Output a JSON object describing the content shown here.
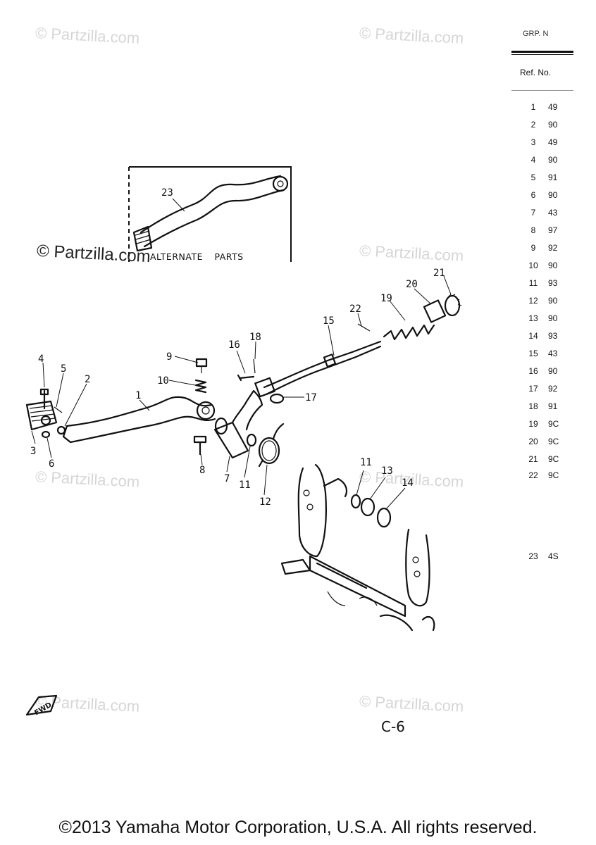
{
  "watermarks": [
    "© Partzilla.com",
    "© Partzilla.com",
    "© Partzilla.com",
    "© Partzilla.com",
    "© Partzilla.com",
    "© Partzilla.com",
    "© Partzilla.com",
    "© Partzilla.com"
  ],
  "alternate_parts_label": "ALTERNATE PARTS",
  "fwd_label": "FWD",
  "callouts": [
    "23",
    "21",
    "20",
    "19",
    "22",
    "15",
    "18",
    "16",
    "9",
    "10",
    "4",
    "5",
    "2",
    "1",
    "17",
    "3",
    "6",
    "8",
    "7",
    "11",
    "12",
    "11",
    "13",
    "14"
  ],
  "table": {
    "header_clipped": "GRP. N",
    "column_ref": "Ref. No.",
    "rows": [
      {
        "ref": "1",
        "part": "49"
      },
      {
        "ref": "2",
        "part": "90"
      },
      {
        "ref": "3",
        "part": "49"
      },
      {
        "ref": "4",
        "part": "90"
      },
      {
        "ref": "5",
        "part": "91"
      },
      {
        "ref": "6",
        "part": "90"
      },
      {
        "ref": "7",
        "part": "43"
      },
      {
        "ref": "8",
        "part": "97"
      },
      {
        "ref": "9",
        "part": "92"
      },
      {
        "ref": "10",
        "part": "90"
      },
      {
        "ref": "11",
        "part": "93"
      },
      {
        "ref": "12",
        "part": "90"
      },
      {
        "ref": "13",
        "part": "90"
      },
      {
        "ref": "14",
        "part": "93"
      },
      {
        "ref": "15",
        "part": "43"
      },
      {
        "ref": "16",
        "part": "90"
      },
      {
        "ref": "17",
        "part": "92"
      },
      {
        "ref": "18",
        "part": "91"
      },
      {
        "ref": "19",
        "part": "9C"
      },
      {
        "ref": "20",
        "part": "9C"
      },
      {
        "ref": "21",
        "part": "9C"
      },
      {
        "ref": "22",
        "part": "9C"
      },
      {
        "ref": "23",
        "part": "4S"
      }
    ]
  },
  "page_code": "C-6",
  "copyright": "©2013 Yamaha Motor Corporation, U.S.A. All rights reserved."
}
